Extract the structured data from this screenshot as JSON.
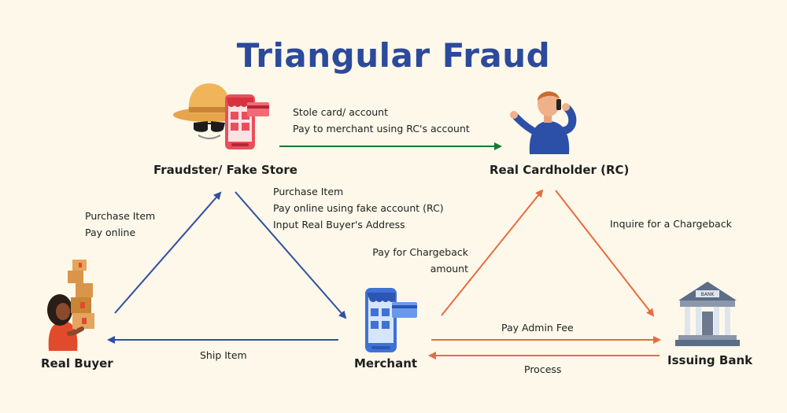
{
  "title": "Triangular Fraud",
  "nodes": {
    "fraudster": "Fraudster/ Fake Store",
    "cardholder": "Real Cardholder (RC)",
    "buyer": "Real Buyer",
    "merchant": "Merchant",
    "bank": "Issuing Bank",
    "bank_sign": "BANK"
  },
  "edges": {
    "fraudster_to_cardholder": [
      "Stole card/ account",
      "Pay to merchant using RC's account"
    ],
    "buyer_to_fraudster": [
      "Purchase Item",
      "Pay online"
    ],
    "fraudster_to_merchant": [
      "Purchase Item",
      "Pay online using fake account (RC)",
      "Input Real Buyer's Address"
    ],
    "merchant_to_buyer": "Ship Item",
    "merchant_to_cardholder": [
      "Pay for Chargeback",
      "amount"
    ],
    "cardholder_to_bank": "Inquire for a Chargeback",
    "merchant_to_bank": "Pay Admin Fee",
    "bank_to_merchant": "Process"
  },
  "colors": {
    "title": "#2c4a9c",
    "blue_arrow": "#2f4fa6",
    "green_arrow": "#177a32",
    "orange_arrow": "#ea6a3e"
  },
  "icons": [
    "spy-hat-icon",
    "fake-store-phone-icon",
    "person-on-phone-icon",
    "buyer-with-boxes-icon",
    "merchant-phone-icon",
    "bank-building-icon"
  ]
}
